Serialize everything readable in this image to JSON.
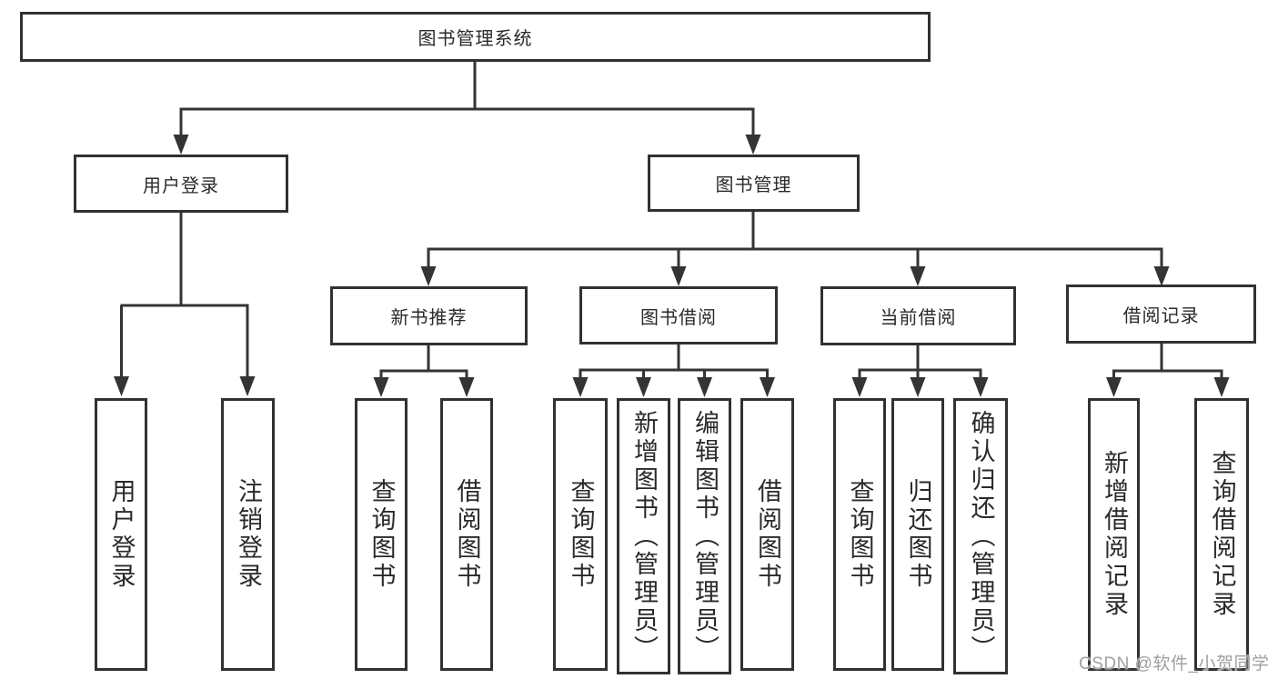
{
  "tree": {
    "label": "图书管理系统",
    "children": [
      {
        "label": "用户登录",
        "children": [
          {
            "label": "用户登录"
          },
          {
            "label": "注销登录"
          }
        ]
      },
      {
        "label": "图书管理",
        "children": [
          {
            "label": "新书推荐",
            "children": [
              {
                "label": "查询图书"
              },
              {
                "label": "借阅图书"
              }
            ]
          },
          {
            "label": "图书借阅",
            "children": [
              {
                "label": "查询图书"
              },
              {
                "label": "新增图书（管理员）"
              },
              {
                "label": "编辑图书（管理员）"
              },
              {
                "label": "借阅图书"
              }
            ]
          },
          {
            "label": "当前借阅",
            "children": [
              {
                "label": "查询图书"
              },
              {
                "label": "归还图书"
              },
              {
                "label": "确认归还（管理员）"
              }
            ]
          },
          {
            "label": "借阅记录",
            "children": [
              {
                "label": "新增借阅记录"
              },
              {
                "label": "查询借阅记录"
              }
            ]
          }
        ]
      }
    ]
  },
  "watermark": {
    "text": "CSDN @软件_小贺同学"
  },
  "colors": {
    "line": "#343434",
    "box_border": "#313131",
    "box_fill": "#ffffff",
    "text": "#2a2a2a",
    "watermark": "#9f9f9f"
  }
}
